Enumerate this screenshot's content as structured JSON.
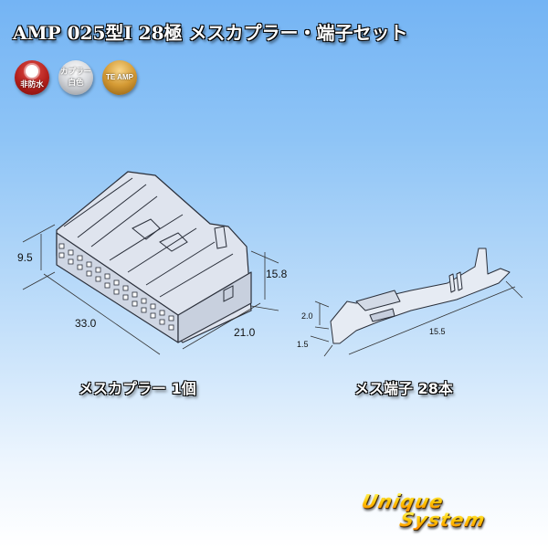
{
  "title": "AMP 025型I 28極 メスカプラー・端子セット",
  "badges": [
    {
      "icon": "sun-icon",
      "label": "非防水",
      "color": "#b3201c"
    },
    {
      "label_line1": "カプラー",
      "label_line2": "白色",
      "color": "#d4d6da"
    },
    {
      "label": "TE AMP",
      "color": "#d49a34"
    }
  ],
  "coupler": {
    "caption": "メスカプラー 1個",
    "dimensions": {
      "height_front": "9.5",
      "width": "33.0",
      "height": "15.8",
      "depth": "21.0"
    }
  },
  "terminal": {
    "caption": "メス端子 28本",
    "dimensions": {
      "height": "2.0",
      "width": "1.5",
      "length": "15.5"
    }
  },
  "logo": {
    "line1": "Unique",
    "line2": "System"
  },
  "colors": {
    "bg_top": "#74b4f4",
    "bg_bottom": "#ffffff"
  }
}
